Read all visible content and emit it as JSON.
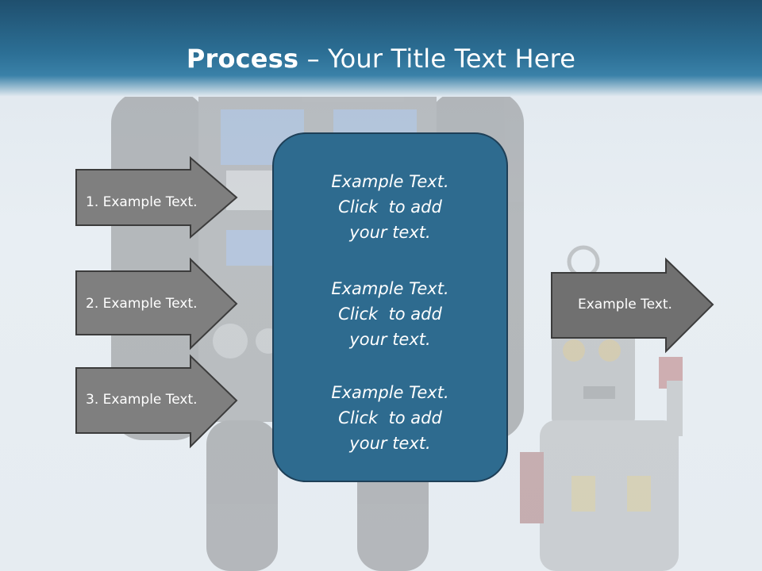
{
  "header": {
    "title_bold": "Process",
    "title_rest": " – Your Title Text Here"
  },
  "left_arrows": [
    {
      "label": "1. Example Text."
    },
    {
      "label": "2. Example Text."
    },
    {
      "label": "3. Example Text."
    }
  ],
  "center_box": {
    "blocks": [
      {
        "lines": [
          "Example Text.",
          "Click  to add",
          "your text."
        ]
      },
      {
        "lines": [
          "Example Text.",
          "Click  to add",
          "your text."
        ]
      },
      {
        "lines": [
          "Example Text.",
          "Click  to add",
          "your text."
        ]
      }
    ]
  },
  "right_arrow": {
    "label": "Example Text."
  },
  "colors": {
    "header": "#2c6f95",
    "arrow_fill": "#7f7f7f",
    "right_arrow_fill": "#707070",
    "center_box": "#2e6b8f"
  },
  "background_image": "tin-robot-toys"
}
